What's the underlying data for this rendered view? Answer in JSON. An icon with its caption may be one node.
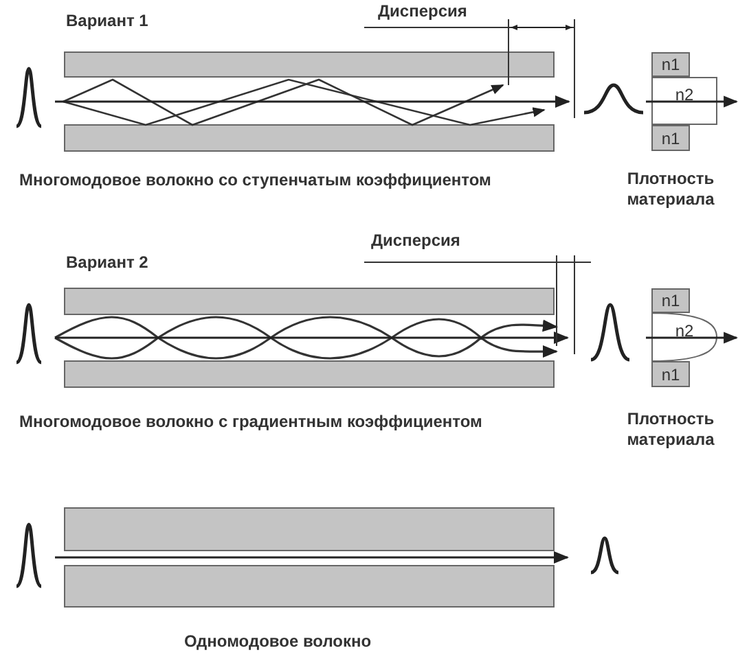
{
  "diagram": {
    "nodes": [
      {
        "text": [
          "n1"
        ]
      },
      {
        "text": [
          "n2"
        ]
      },
      {
        "text": [
          "n1"
        ]
      },
      {
        "text": [
          "n1"
        ]
      },
      {
        "text": [
          "n2"
        ]
      },
      {
        "text": [
          "n1"
        ]
      }
    ],
    "labels": [
      "Вариант 1",
      "Дисперсия",
      "Многомодовое волокно со ступенчатым коэффициентом",
      "Плотность материала",
      "Вариант 2",
      "Дисперсия",
      "Многомодовое волокно с градиентным коэффициентом",
      "Плотность материала",
      "Одномодовое волокно"
    ]
  }
}
